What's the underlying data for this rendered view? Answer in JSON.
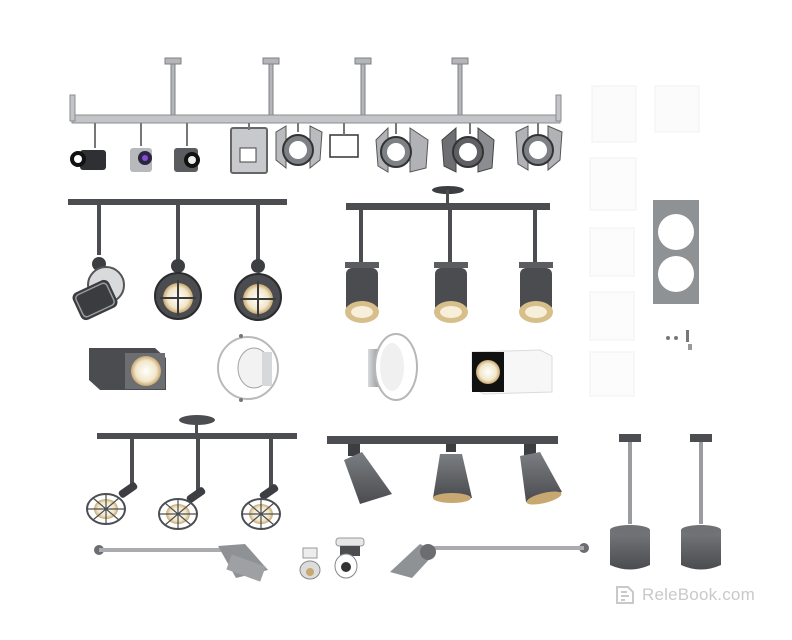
{
  "watermark": {
    "text": "ReleBook.com",
    "icon": "releboook-logo-icon"
  },
  "colors": {
    "metal_dark": "#5b5d60",
    "metal_light": "#a9abae",
    "warm_glow": "#c7a870",
    "panel_gray": "#8f9295",
    "outline": "#222222"
  },
  "groups": [
    "stage-lights-rail",
    "cage-track-lights",
    "cylinder-track-lights",
    "ceiling-boxes-and-downlights",
    "wire-cage-spot-bar",
    "cone-spot-bar",
    "pendant-cylinders",
    "wall-arm-floodlights",
    "wall-switch-panels"
  ]
}
